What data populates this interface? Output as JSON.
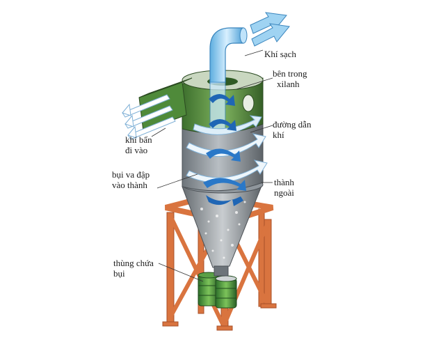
{
  "labels": {
    "clean_air": "Khí sạch",
    "inner_cylinder": [
      "bên trong",
      "xilanh"
    ],
    "air_guide": [
      "đường dẫn",
      "khí"
    ],
    "dirty_air_in": [
      "khí bẩn",
      "đi vào"
    ],
    "dust_impact": [
      "bụi va đập",
      "vào thành"
    ],
    "outer_wall": [
      "thành",
      "ngoài"
    ],
    "dust_bin": [
      "thùng chứa",
      "bụi"
    ]
  },
  "colors": {
    "frame": "#d9743f",
    "frame_dark": "#a8502a",
    "body_gray": "#8f969c",
    "top_green": "#4f8a3a",
    "air_blue": "#9fd3f2",
    "vortex_blue": "#1f66b5",
    "barrel_green": "#3f8f3a"
  },
  "icons": [
    "arrow-clean-air-icon",
    "arrow-dirty-air-icon",
    "vortex-arrow-icon"
  ]
}
